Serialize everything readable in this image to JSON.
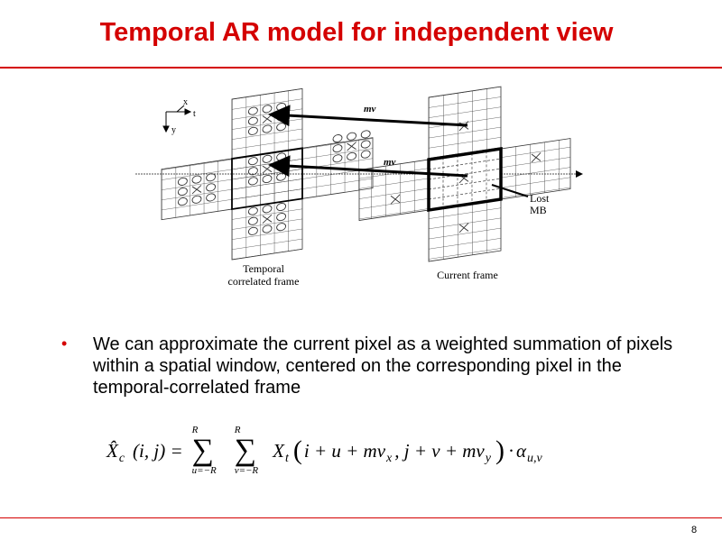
{
  "title": "Temporal AR model for independent view",
  "colors": {
    "accent": "#d40000"
  },
  "diagram": {
    "axis_x": "x",
    "axis_t": "t",
    "axis_y": "y",
    "mv_top": "mv",
    "mv_bottom": "mv",
    "temporal_label_1": "Temporal",
    "temporal_label_2": "correlated frame",
    "current_label": "Current frame",
    "lost_mb_1": "Lost",
    "lost_mb_2": "MB"
  },
  "bullet": {
    "marker": "•",
    "text": "We can approximate the current pixel as a weighted summation of pixels within a spatial window, centered on the corresponding pixel in the temporal-correlated frame"
  },
  "formula": {
    "lhs": "X̂",
    "lhs_sub": "c",
    "lhs_args": "(i, j) =",
    "sum1_top": "R",
    "sum1_bottom": "u=−R",
    "sum2_top": "R",
    "sum2_bottom": "v=−R",
    "sigma": "∑",
    "term": "X",
    "term_sub": "t",
    "args_1": "i + u + mv",
    "args_1_sub": "x",
    "args_2": ", j + v + mv",
    "args_2_sub": "y",
    "open_paren": "(",
    "close_paren": ")",
    "dot": "·",
    "weight": "α",
    "weight_sub": "u,v"
  },
  "page_number": "8"
}
